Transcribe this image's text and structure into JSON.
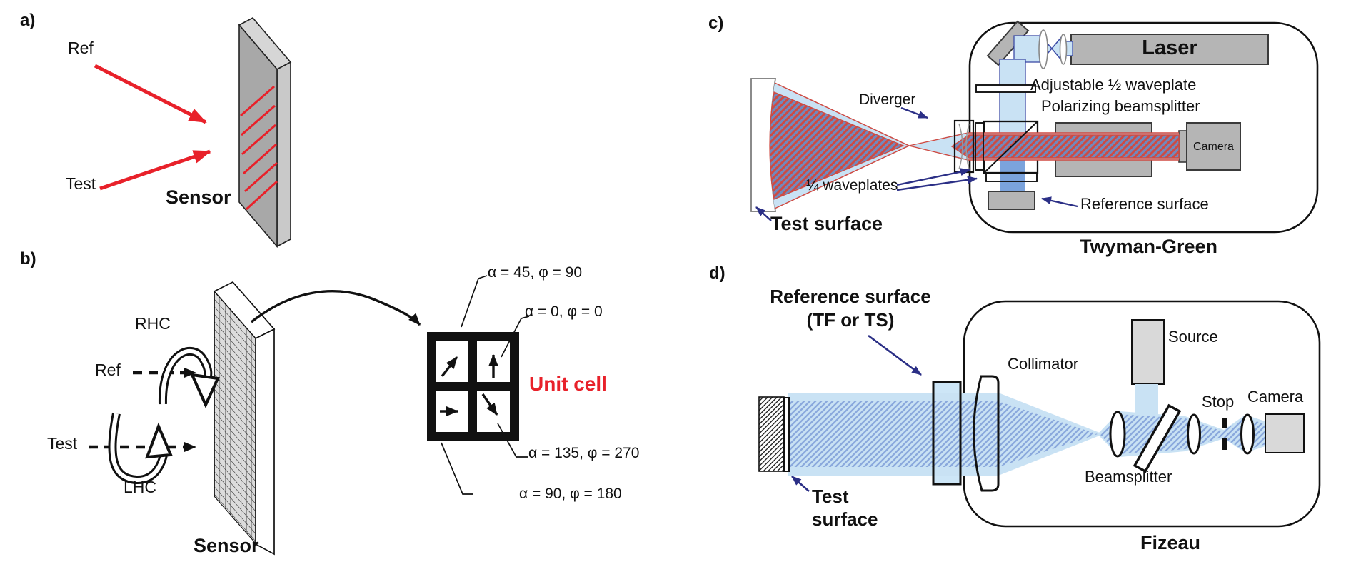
{
  "figure": {
    "colors": {
      "red_arrow": "#e8212a",
      "stripe_red": "#cf4a42",
      "steel_blue": "#7189bd",
      "light_blue": "#c9e2f4",
      "hatch_blue": "#8aa8dc",
      "medium_blue": "#7ba3dc",
      "navy_arrow": "#2b2f86",
      "gray_component": "#b5b5b5"
    },
    "panel_a": {
      "tag": "a)",
      "ref": "Ref",
      "test": "Test",
      "sensor": "Sensor"
    },
    "panel_b": {
      "tag": "b)",
      "rhc": "RHC",
      "lhc": "LHC",
      "ref": "Ref",
      "test": "Test",
      "sensor": "Sensor",
      "unit_cell": "Unit cell",
      "cell_labels": [
        "α = 45, φ = 90",
        "α = 0, φ = 0",
        "α = 135, φ = 270",
        "α = 90, φ = 180"
      ]
    },
    "panel_c": {
      "tag": "c)",
      "caption": "Twyman-Green",
      "laser": "Laser",
      "adjustable_waveplate": "Adjustable ½ waveplate",
      "polarizing_beamsplitter": "Polarizing beamsplitter",
      "diverger": "Diverger",
      "quarter_waveplates": "¼ waveplates",
      "camera": "Camera",
      "reference_surface": "Reference surface",
      "test_surface": "Test surface"
    },
    "panel_d": {
      "tag": "d)",
      "caption": "Fizeau",
      "reference_surface_line1": "Reference surface",
      "reference_surface_line2": "(TF or TS)",
      "collimator": "Collimator",
      "source": "Source",
      "stop": "Stop",
      "camera": "Camera",
      "beamsplitter": "Beamsplitter",
      "test_surface_line1": "Test",
      "test_surface_line2": "surface"
    }
  }
}
